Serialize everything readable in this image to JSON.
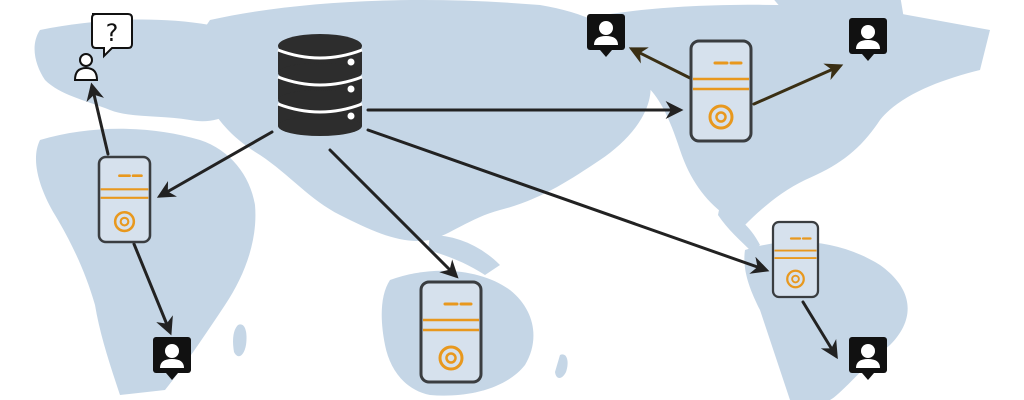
{
  "diagram": {
    "map_color": "#c5d6e6",
    "background_color": "#ffffff",
    "database": {
      "icon": "database-icon",
      "color": "#2d2d2d"
    },
    "servers": [
      {
        "id": "server-europe",
        "icon": "server-icon"
      },
      {
        "id": "server-south-asia",
        "icon": "server-icon"
      },
      {
        "id": "server-north-america",
        "icon": "server-icon"
      },
      {
        "id": "server-south-america",
        "icon": "server-icon"
      }
    ],
    "server_style": {
      "body": "#d6e1ed",
      "border": "#3a3d40",
      "accent": "#e8981e"
    },
    "users": [
      {
        "id": "user-west-africa",
        "icon": "user-pin-icon"
      },
      {
        "id": "user-east-asia",
        "icon": "user-pin-icon"
      },
      {
        "id": "user-north-atlantic",
        "icon": "user-pin-icon"
      },
      {
        "id": "user-south-america",
        "icon": "user-pin-icon"
      }
    ],
    "unknown_user": {
      "icon": "user-question-icon",
      "bubble_text": "?"
    },
    "arrow_color": "#222222",
    "arrow_color_alt": "#3a2f14"
  }
}
